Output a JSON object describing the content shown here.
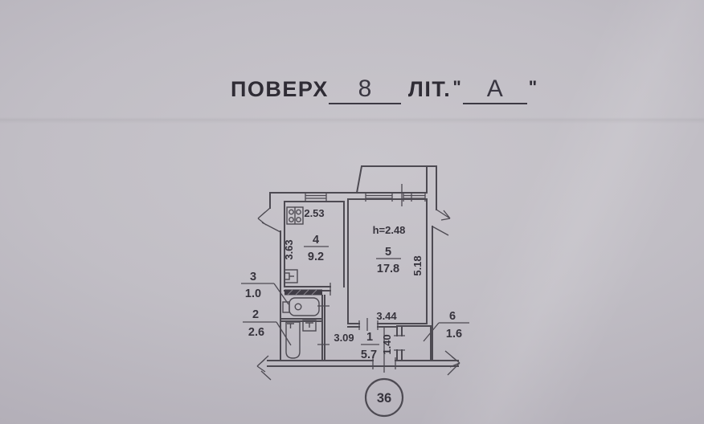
{
  "header": {
    "floor_label": "ПОВЕРХ",
    "floor_value": "8",
    "lit_label": "ЛІТ.",
    "quote_open": "\"",
    "lit_value": "А",
    "quote_close": "\""
  },
  "plan": {
    "apartment_number": "36",
    "kitchen": {
      "number": "4",
      "area": "9.2",
      "width": "2.53",
      "depth": "3.63"
    },
    "living": {
      "number": "5",
      "area": "17.8",
      "height_note": "h=2.48",
      "depth": "5.18",
      "width": "3.44"
    },
    "toilet": {
      "number": "3",
      "area": "1.0"
    },
    "bath": {
      "number": "2",
      "area": "2.6"
    },
    "hall": {
      "number": "1",
      "area": "5.7",
      "width": "3.09",
      "niche_depth": "1.40"
    },
    "closet": {
      "number": "6",
      "area": "1.6"
    },
    "fixtures": [
      "stove",
      "kitchen-sink",
      "toilet",
      "bathtub",
      "wash-sink",
      "vent-duct"
    ]
  }
}
